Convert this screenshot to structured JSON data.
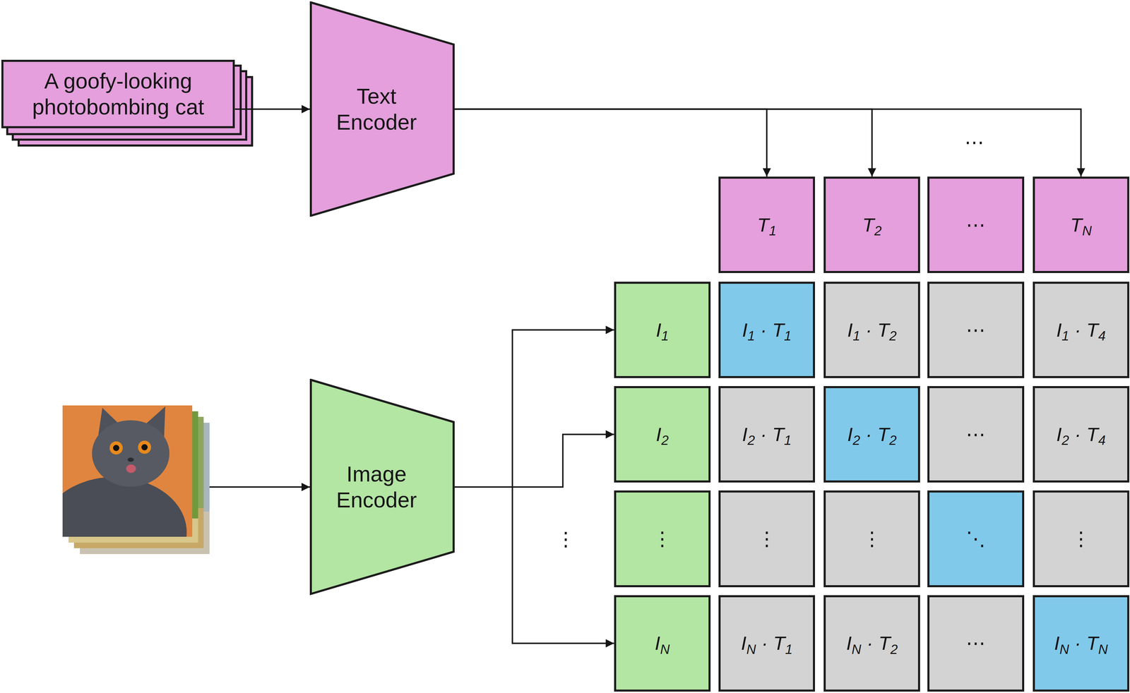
{
  "diagram": {
    "nodes": [
      {
        "text": [
          "A goofy-looking photobombing cat"
        ]
      },
      {
        "text": [
          "Text Encoder"
        ]
      },
      {
        "text": [
          "Image Encoder"
        ]
      },
      {
        "text": [
          "T1"
        ]
      },
      {
        "text": [
          "T2"
        ]
      },
      {
        "text": [
          "⋯"
        ]
      },
      {
        "text": [
          "TN"
        ]
      },
      {
        "text": [
          "I1"
        ]
      },
      {
        "text": [
          "I1 · T1"
        ]
      },
      {
        "text": [
          "I1 · T2"
        ]
      },
      {
        "text": [
          "⋯"
        ]
      },
      {
        "text": [
          "I1 · T4"
        ]
      },
      {
        "text": [
          "I2"
        ]
      },
      {
        "text": [
          "I2 · T1"
        ]
      },
      {
        "text": [
          "I2 · T2"
        ]
      },
      {
        "text": [
          "⋯"
        ]
      },
      {
        "text": [
          "I2 · T4"
        ]
      },
      {
        "text": [
          "⋮"
        ]
      },
      {
        "text": [
          "⋮"
        ]
      },
      {
        "text": [
          "⋮"
        ]
      },
      {
        "text": [
          "⋱"
        ]
      },
      {
        "text": [
          "⋮"
        ]
      },
      {
        "text": [
          "IN"
        ]
      },
      {
        "text": [
          "IN · T1"
        ]
      },
      {
        "text": [
          "IN · T2"
        ]
      },
      {
        "text": [
          "⋯"
        ]
      },
      {
        "text": [
          "IN · TN"
        ]
      }
    ],
    "edges": [
      {
        "from": 0,
        "to": 1,
        "arrow": "to"
      },
      {
        "from": 1,
        "to": 3,
        "arrow": "to"
      },
      {
        "from": 1,
        "to": 4,
        "arrow": "to"
      },
      {
        "from": 1,
        "to": 6,
        "arrow": "to"
      },
      {
        "from": 2,
        "to": 7,
        "arrow": "to"
      },
      {
        "from": 2,
        "to": 12,
        "arrow": "to"
      },
      {
        "from": 2,
        "to": 22,
        "arrow": "to"
      }
    ],
    "labels": [
      "⋯",
      "⋮"
    ]
  }
}
